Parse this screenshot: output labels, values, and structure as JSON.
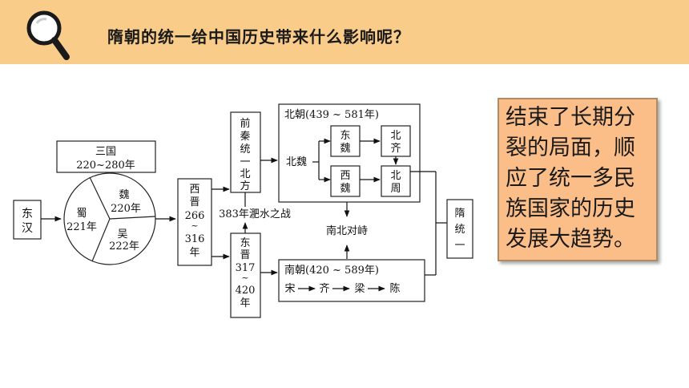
{
  "header": {
    "question": "隋朝的统一给中国历史带来什么影响呢？",
    "bg_color": "#f9cc8a"
  },
  "icons": {
    "magnifier": "magnifier-icon"
  },
  "diagram": {
    "three_kingdoms_title": "三国",
    "three_kingdoms_years": "220~280年",
    "donghan": [
      "东",
      "汉"
    ],
    "wei": "魏",
    "wei_year": "220年",
    "shu": "蜀",
    "shu_year": "221年",
    "wu": "吴",
    "wu_year": "222年",
    "xijin": [
      "西",
      "晋",
      "266",
      "~",
      "316",
      "年"
    ],
    "qianqin": [
      "前",
      "秦",
      "统",
      "一",
      "北",
      "方"
    ],
    "feishui": "383年淝水之战",
    "dongjin": [
      "东",
      "晋",
      "317",
      "~",
      "420",
      "年"
    ],
    "beichao": "北朝(439 ~ 581年)",
    "beiwei": "北魏",
    "dongwei": [
      "东",
      "魏"
    ],
    "xiwei": [
      "西",
      "魏"
    ],
    "beiqi": [
      "北",
      "齐"
    ],
    "beizhou": [
      "北",
      "周"
    ],
    "nanbei": "南北对峙",
    "nanchao": "南朝(420 ~ 589年)",
    "nanchao_seq": [
      "宋",
      "齐",
      "梁",
      "陈"
    ],
    "sui": [
      "隋",
      "统",
      "一"
    ]
  },
  "callout": {
    "lines": [
      "结束了长期分",
      "裂的局面，顺",
      "应了统一多民",
      "族国家的历史",
      "发展大趋势。"
    ],
    "bg_color": "#fbbe88"
  }
}
